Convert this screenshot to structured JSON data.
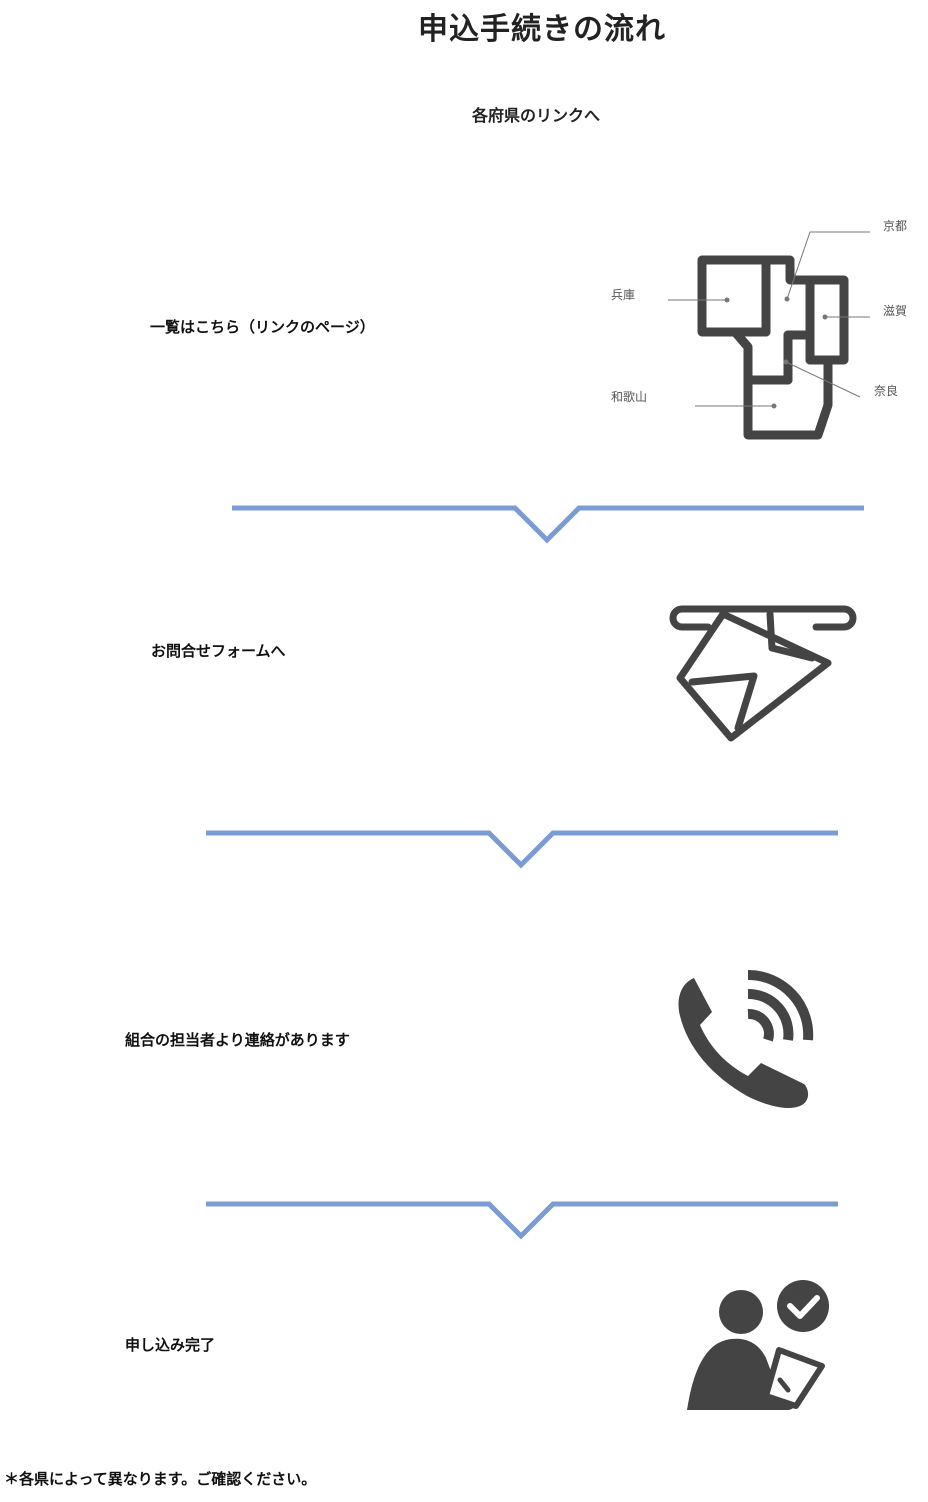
{
  "page": {
    "title": "申込手続きの流れ",
    "subtitle": "各府県のリンクへ"
  },
  "steps": [
    {
      "text": "一覧はこちら（リンクのページ）",
      "icon": "kansai-map-icon"
    },
    {
      "text": "お問合せフォームへ",
      "icon": "envelope-slot-icon"
    },
    {
      "text": "組合の担当者より連絡があります",
      "icon": "phone-call-icon"
    },
    {
      "text": "申し込み完了",
      "icon": "person-checklist-icon"
    }
  ],
  "map": {
    "labels": {
      "kyoto": "京都",
      "hyogo": "兵庫",
      "shiga": "滋賀",
      "nara": "奈良",
      "wakayama": "和歌山"
    }
  },
  "colors": {
    "arrow": "#7b9bd4",
    "icon": "#444444",
    "text": "#111111"
  },
  "footnote": "＊各県によって異なります。ご確認ください。"
}
